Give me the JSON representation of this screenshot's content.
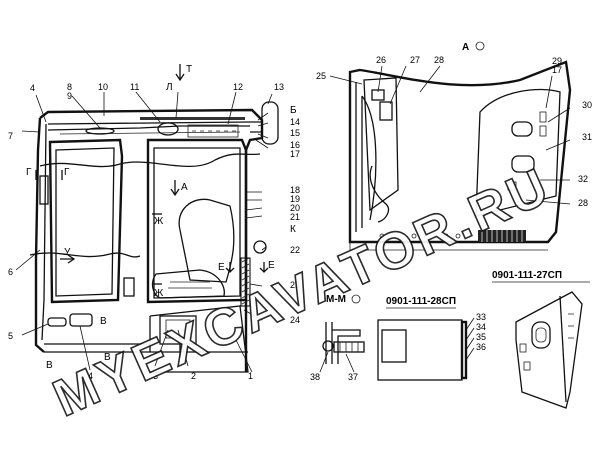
{
  "callouts": {
    "c1": "1",
    "c2": "2",
    "c3": "3",
    "c4a": "4",
    "c4b": "4",
    "c5": "5",
    "c6": "6",
    "c7": "7",
    "c8": "8",
    "c9": "9",
    "c10": "10",
    "c11": "11",
    "c12": "12",
    "c13": "13",
    "c14": "14",
    "c15": "15",
    "c16": "16",
    "c17a": "17",
    "c18": "18",
    "c19": "19",
    "c20": "20",
    "c21": "21",
    "c22": "22",
    "c23": "23",
    "c24": "24",
    "c25": "25",
    "c26": "26",
    "c27": "27",
    "c28a": "28",
    "c28b": "28",
    "c29": "29",
    "c17b": "17",
    "c30": "30",
    "c31": "31",
    "c32": "32",
    "c33": "33",
    "c34": "34",
    "c35": "35",
    "c36": "36",
    "c37": "37",
    "c38": "38"
  },
  "view_labels": {
    "T": "Т",
    "L": "Л",
    "B_upper": "Б",
    "K": "К",
    "A_arrow": "А",
    "G_left": "Г",
    "G_right": "Г",
    "Zh_upper": "Ж",
    "Zh_lower": "Ж",
    "U": "У",
    "E_left": "Е",
    "E_right": "Е",
    "V_upper": "В",
    "V_left": "В",
    "V_right": "В",
    "view_A": "А",
    "section_MM": "М-М"
  },
  "part_numbers": {
    "p27": "0901-111-27СП",
    "p28": "0901-111-28СП"
  },
  "watermark": "MYEXCAVATOR.RU"
}
